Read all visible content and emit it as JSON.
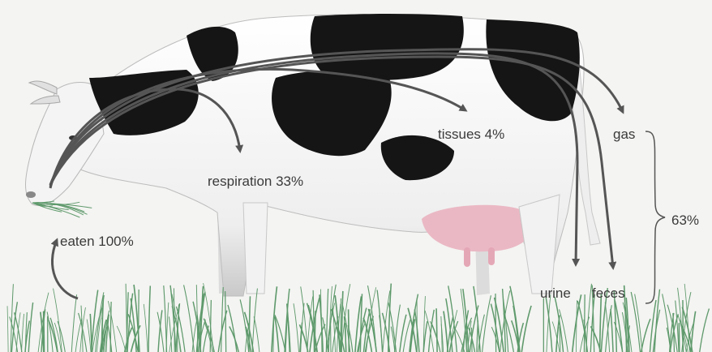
{
  "labels": {
    "eaten": "eaten 100%",
    "respiration": "respiration 33%",
    "tissues": "tissues 4%",
    "gas": "gas",
    "urine": "urine",
    "feces": "feces",
    "waste_total": "63%"
  },
  "flows": [
    {
      "name": "eaten",
      "percent": 100
    },
    {
      "name": "respiration",
      "percent": 33
    },
    {
      "name": "tissues",
      "percent": 4
    },
    {
      "name": "waste (gas + urine + feces)",
      "percent": 63
    }
  ],
  "colors": {
    "cow_white": "#f7f7f7",
    "cow_black": "#151515",
    "udder_pink": "#eab8c4",
    "grass": "#5f9a6c",
    "arrow": "#555555",
    "text": "#3a3a3a"
  }
}
